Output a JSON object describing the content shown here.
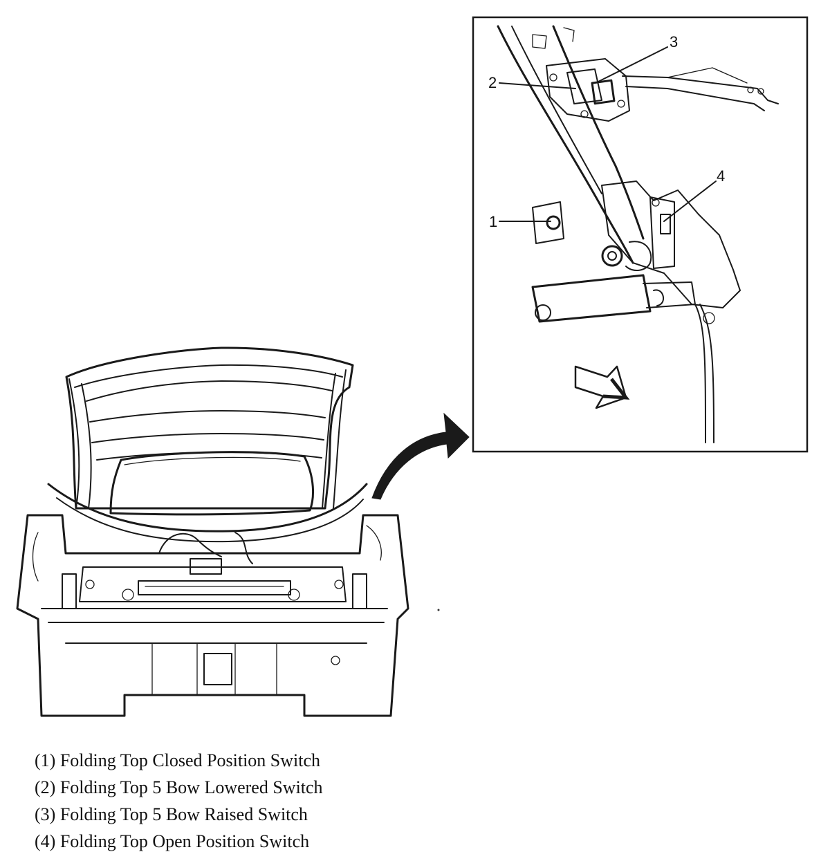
{
  "callouts": [
    "1",
    "2",
    "3",
    "4"
  ],
  "legend": [
    "(1) Folding Top Closed Position Switch",
    "(2) Folding Top 5 Bow Lowered Switch",
    "(3) Folding Top 5 Bow Raised Switch",
    "(4) Folding Top Open Position Switch"
  ]
}
